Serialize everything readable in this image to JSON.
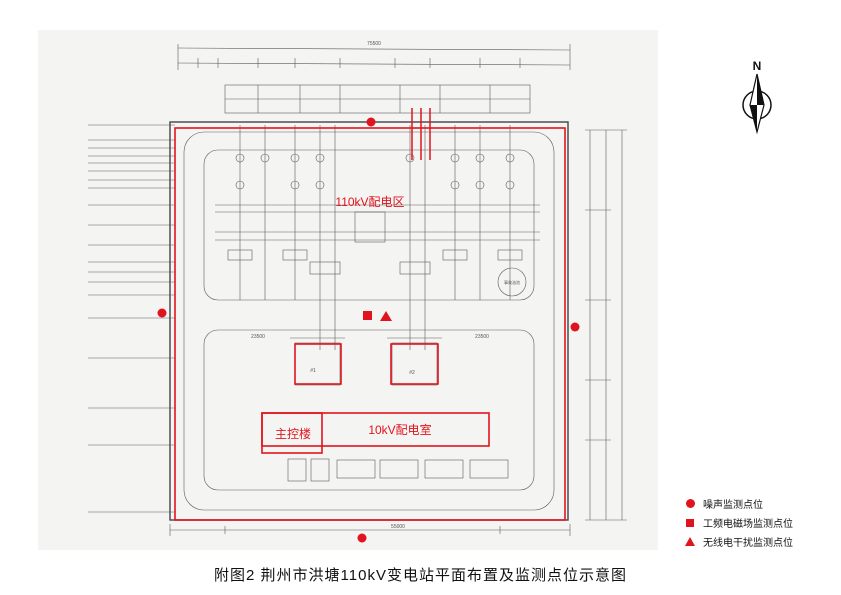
{
  "labels": {
    "area_110kv": "110kV配电区",
    "room_10kv": "10kV配电室",
    "control_building": "主控楼",
    "north": "N",
    "transformer_1": "#1",
    "transformer_2": "#2",
    "accident_pool": "事故油池",
    "total_width": "75500",
    "bottom_width": "55000",
    "left_dim": "23500",
    "right_dim": "23500"
  },
  "legend": [
    {
      "symbol": "circle",
      "text": "噪声监测点位"
    },
    {
      "symbol": "square",
      "text": "工频电磁场监测点位"
    },
    {
      "symbol": "triangle",
      "text": "无线电干扰监测点位"
    }
  ],
  "caption": "附图2 荆州市洪塘110kV变电站平面布置及监测点位示意图",
  "colors": {
    "marker": "#e0141e",
    "drawing": "#555555"
  }
}
